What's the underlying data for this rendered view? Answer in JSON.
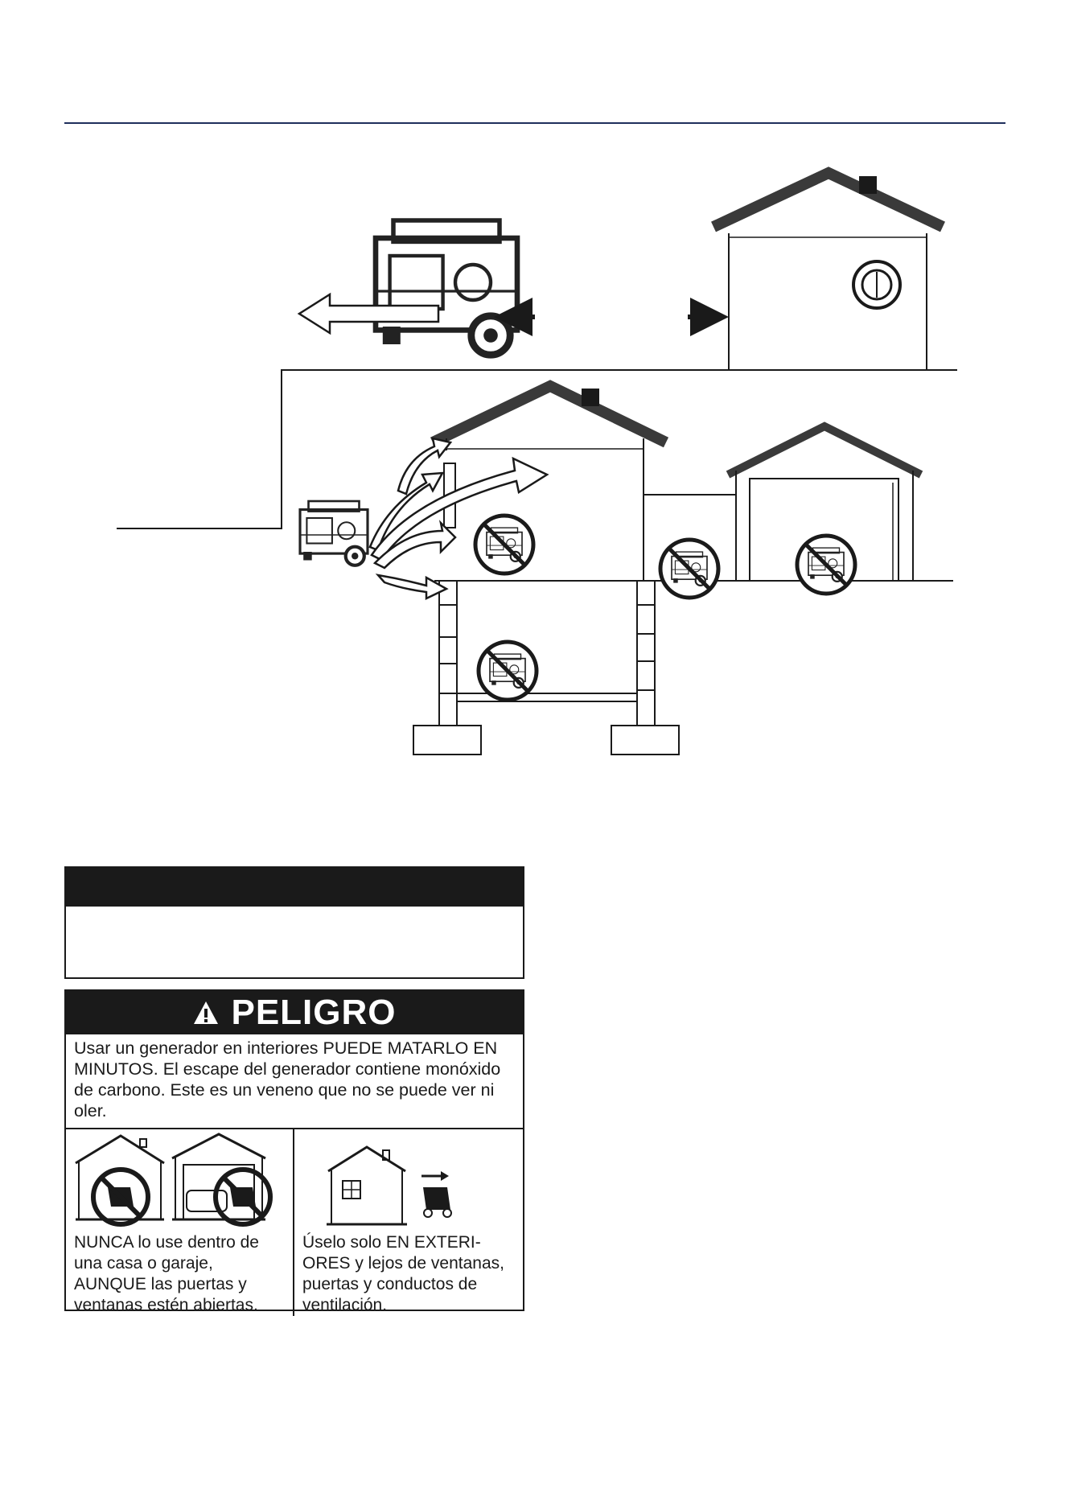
{
  "danger_label": {
    "title": "PELIGRO",
    "warning_text": "Usar un generador en interiores PUEDE MATARLO EN MINUTOS. El escape del generador contiene monóxido de carbono. Este es un veneno que no se puede ver ni oler.",
    "panel_never": "NUNCA lo use dentro de una casa o garaje, AUNQUE las puertas y ventanas estén abiertas.",
    "panel_outdoors": "Úselo solo EN EXTERI-ORES y lejos de ventanas, puertas y conductos de ventilación."
  },
  "colors": {
    "rule": "#1f2f5c",
    "ink": "#1a1a1a",
    "roof": "#3a3a3a"
  },
  "icons": [
    "generator-icon",
    "no-generator-icon",
    "co-alarm-icon",
    "warning-triangle-icon",
    "arrow-icon"
  ]
}
